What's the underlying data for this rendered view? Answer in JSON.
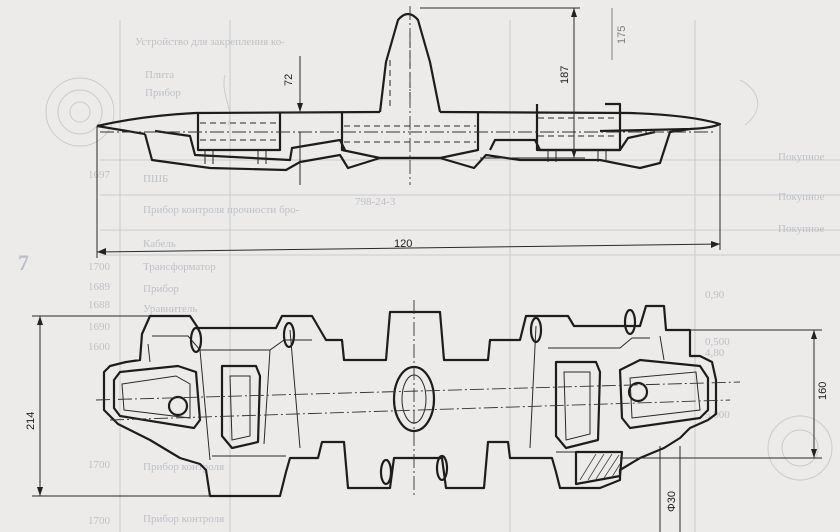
{
  "drawing": {
    "dimensions": {
      "overall_length": "120",
      "grouser_height": "72",
      "total_height": "187",
      "top_right_value": "175",
      "overall_width": "214",
      "pin_center_width": "160",
      "hole_diameter": "Φ30"
    }
  },
  "background": {
    "bleed_through_text": [
      "Устройство для закрепления ко-",
      "Плита",
      "Прибор",
      "Прибор контроля прочности бро-",
      "ПШБ",
      "Кабель",
      "Трансформатор",
      "Прибор",
      "Уравнитель",
      "1700",
      "1690",
      "1688",
      "1689",
      "1600",
      "1700",
      "1700",
      "1697",
      "Прибор контроля",
      "Прибор контроля",
      "Покупное",
      "Покупное",
      "Покупное",
      "798-24-3",
      "0,90",
      "0,500",
      "5,000",
      "4,80",
      "7"
    ]
  }
}
